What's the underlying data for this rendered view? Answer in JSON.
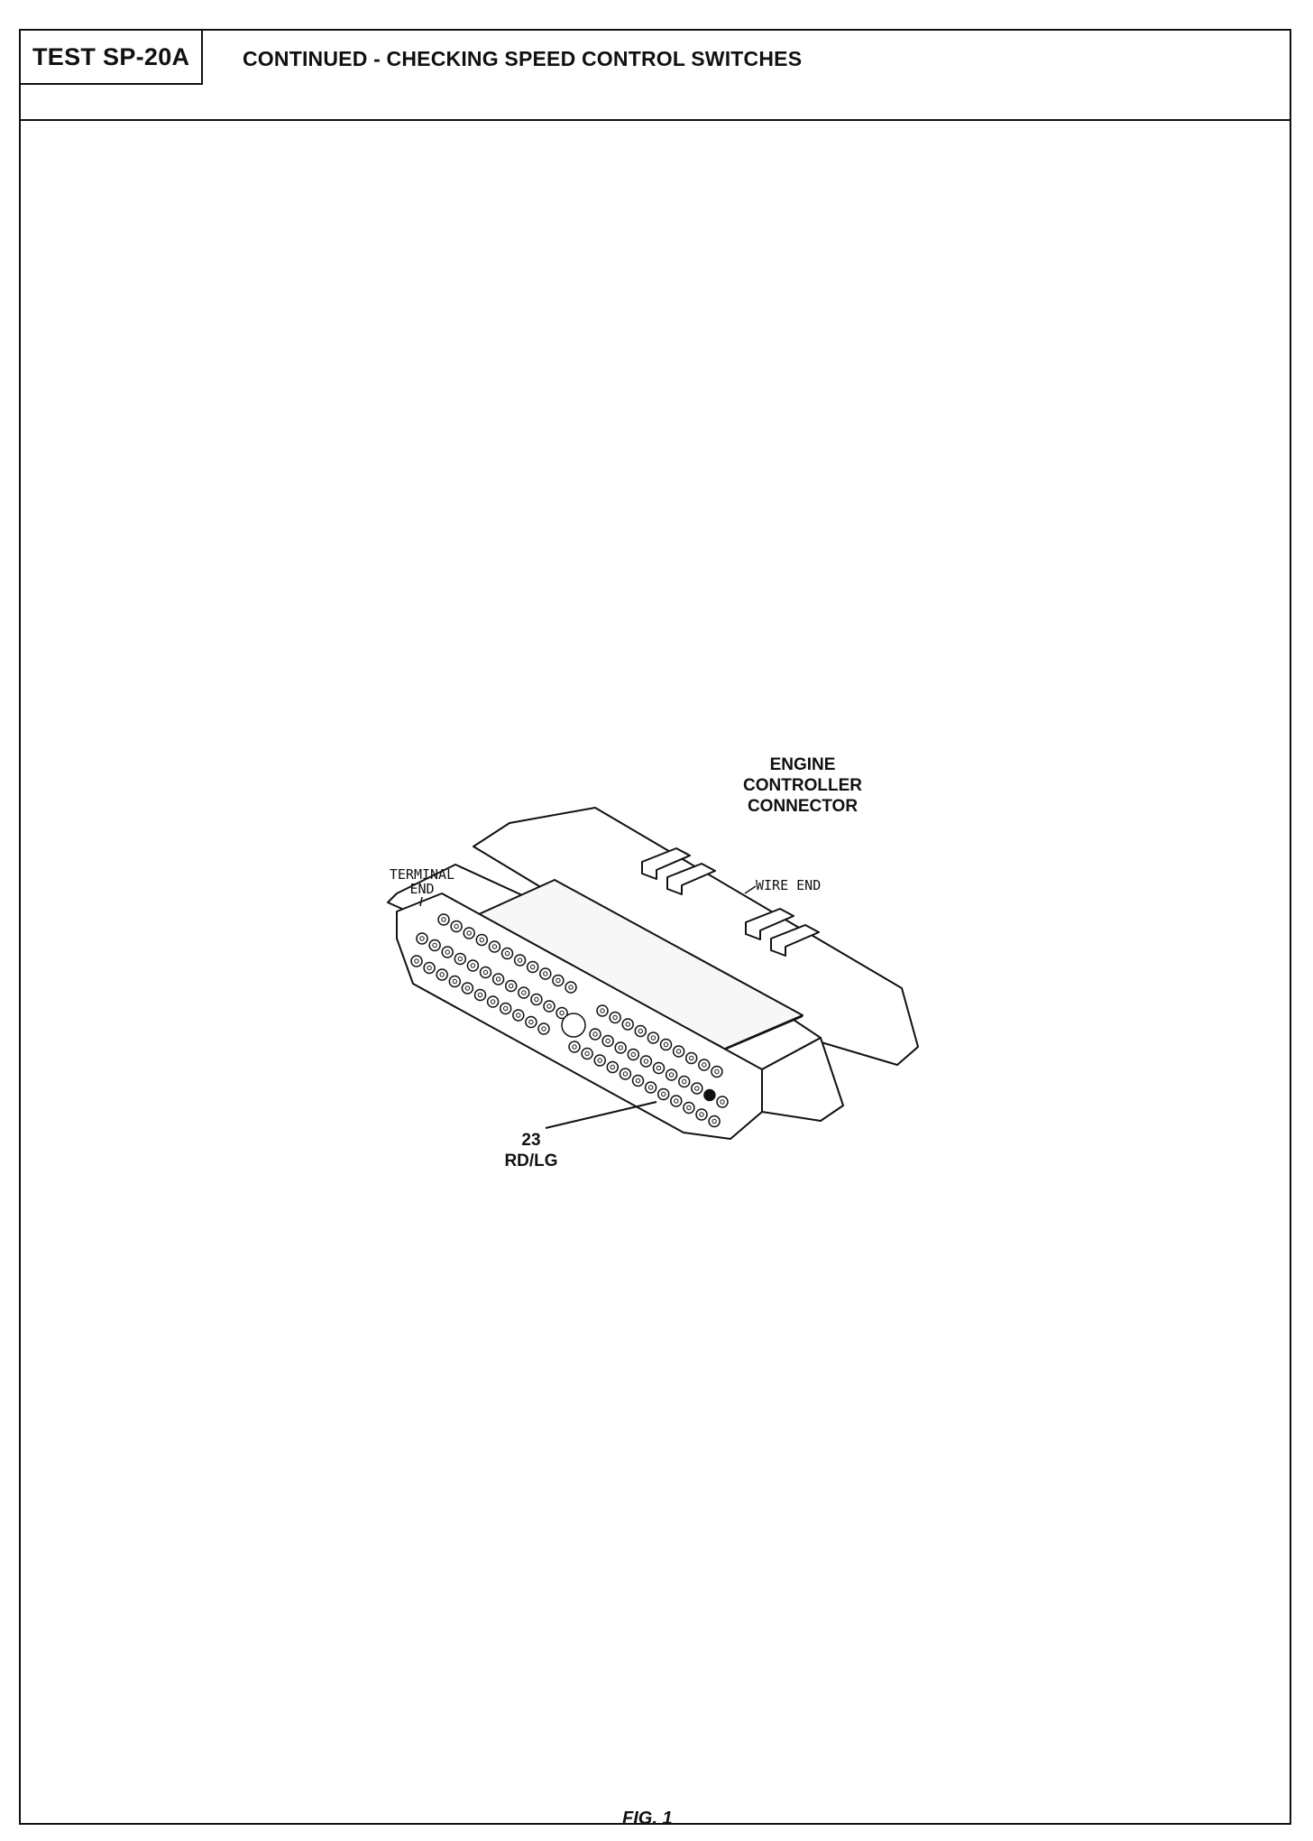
{
  "header": {
    "test_id": "TEST SP-20A",
    "title": "CONTINUED - CHECKING SPEED CONTROL SWITCHES"
  },
  "diagram": {
    "connector_label_line1": "ENGINE",
    "connector_label_line2": "CONTROLLER",
    "connector_label_line3": "CONNECTOR",
    "terminal_end_line1": "TERMINAL",
    "terminal_end_line2": "END",
    "wire_end": "WIRE END",
    "pin_callout_number": "23",
    "pin_callout_wire": "RD/LG"
  },
  "figure_caption": "FIG. 1"
}
